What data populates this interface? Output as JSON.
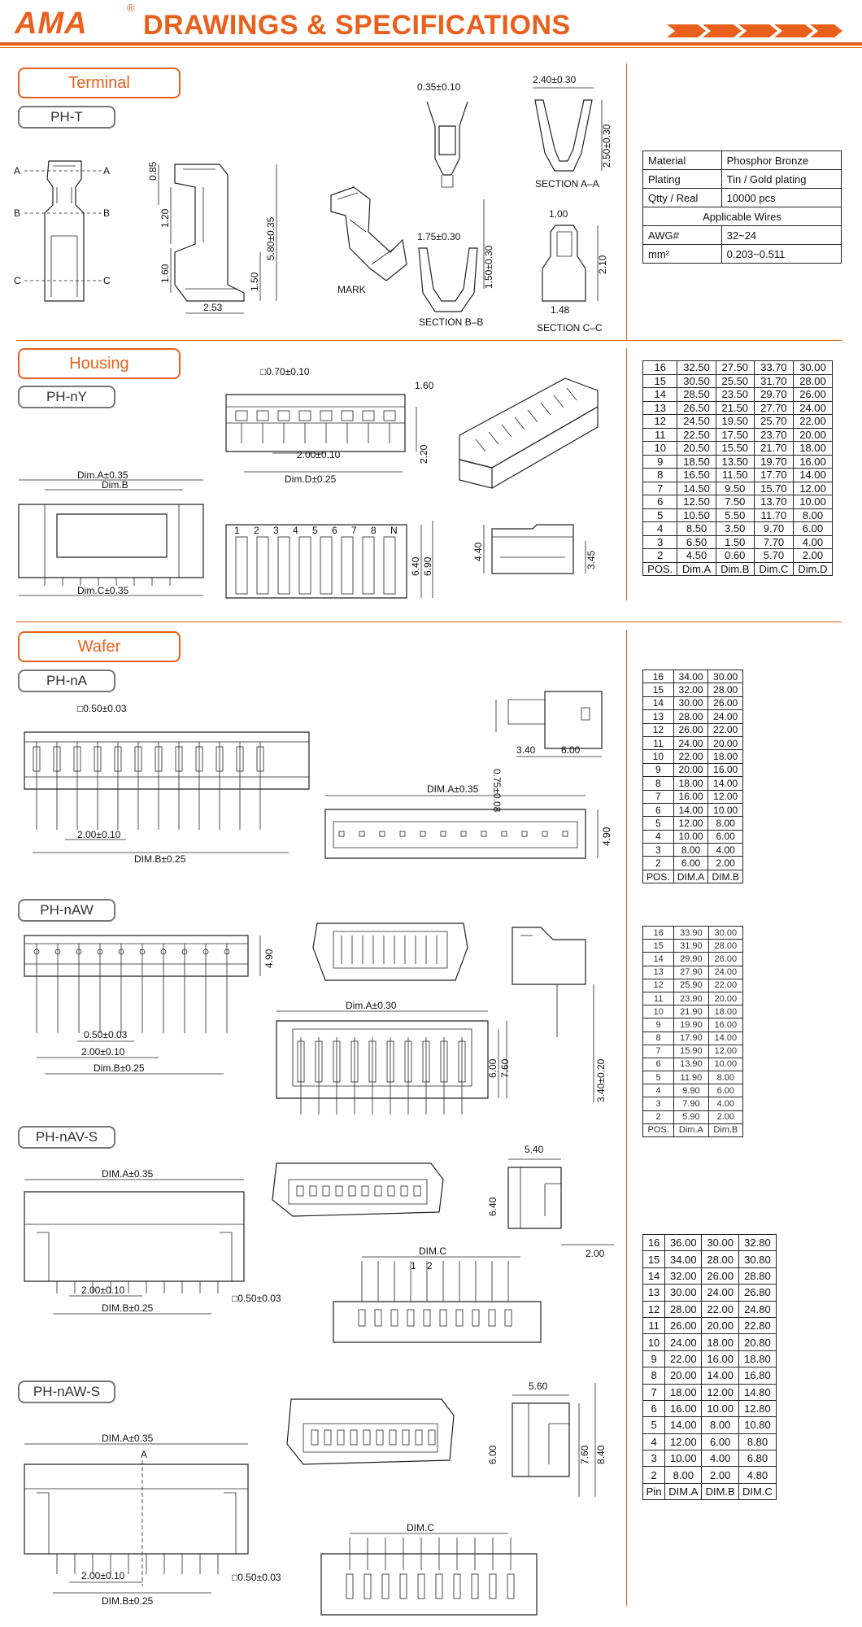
{
  "header": {
    "logo": "AMA",
    "registered": "®",
    "title": "DRAWINGS & SPECIFICATIONS"
  },
  "sections": {
    "terminal": {
      "label": "Terminal",
      "sub": "PH-T",
      "dims": {
        "top": "0.35±0.10",
        "sa_width": "2.40±0.30",
        "sa_height": "2.50±0.30",
        "sb_width": "1.75±0.30",
        "sb_height": "1.50±0.30",
        "sc_top": "1.00",
        "sc_height": "2.10",
        "sc_bottom": "1.48",
        "side_085": "0.85",
        "side_120": "1.20",
        "side_160": "1.60",
        "side_150": "1.50",
        "side_580": "5.80±0.35",
        "side_253": "2.53",
        "mark": "MARK",
        "sec_a": "SECTION A–A",
        "sec_b": "SECTION B–B",
        "sec_c": "SECTION C–C",
        "letter_a": "A",
        "letter_b": "B",
        "letter_c": "C"
      },
      "specs": {
        "material_label": "Material",
        "material_value": "Phosphor Bronze",
        "plating_label": "Plating",
        "plating_value": "Tin / Gold plating",
        "qty_label": "Qtty / Real",
        "qty_value": "10000 pcs",
        "wires_label": "Applicable Wires",
        "awg_label": "AWG#",
        "awg_value": "32~24",
        "mm_label": "mm²",
        "mm_value": "0.203~0.511"
      }
    },
    "housing": {
      "label": "Housing",
      "sub": "PH-nY",
      "dims": {
        "sq": "□0.70±0.10",
        "d160": "1.60",
        "pitch": "2.00±0.10",
        "d220": "2.20",
        "dimd": "Dim.D±0.25",
        "dima": "Dim.A±0.35",
        "dimb": "Dim.B",
        "dimc": "Dim.C±0.35",
        "d640": "6.40",
        "d690": "6.90",
        "d440": "4.40",
        "d345": "3.45",
        "pin_nums": [
          "1",
          "2",
          "3",
          "4",
          "5",
          "6",
          "7",
          "8",
          "N"
        ]
      },
      "table": {
        "header": [
          "POS.",
          "Dim.A",
          "Dim.B",
          "Dim.C",
          "Dim.D"
        ],
        "rows": [
          [
            "16",
            "32.50",
            "27.50",
            "33.70",
            "30.00"
          ],
          [
            "15",
            "30.50",
            "25.50",
            "31.70",
            "28.00"
          ],
          [
            "14",
            "28.50",
            "23.50",
            "29.70",
            "26.00"
          ],
          [
            "13",
            "26.50",
            "21.50",
            "27.70",
            "24.00"
          ],
          [
            "12",
            "24.50",
            "19.50",
            "25.70",
            "22.00"
          ],
          [
            "11",
            "22.50",
            "17.50",
            "23.70",
            "20.00"
          ],
          [
            "10",
            "20.50",
            "15.50",
            "21.70",
            "18.00"
          ],
          [
            "9",
            "18.50",
            "13.50",
            "19.70",
            "16.00"
          ],
          [
            "8",
            "16.50",
            "11.50",
            "17.70",
            "14.00"
          ],
          [
            "7",
            "14.50",
            "9.50",
            "15.70",
            "12.00"
          ],
          [
            "6",
            "12.50",
            "7.50",
            "13.70",
            "10.00"
          ],
          [
            "5",
            "10.50",
            "5.50",
            "11.70",
            "8.00"
          ],
          [
            "4",
            "8.50",
            "3.50",
            "9.70",
            "6.00"
          ],
          [
            "3",
            "6.50",
            "1.50",
            "7.70",
            "4.00"
          ],
          [
            "2",
            "4.50",
            "0.60",
            "5.70",
            "2.00"
          ]
        ]
      }
    },
    "wafer": {
      "label": "Wafer",
      "pha": {
        "sub": "PH-nA",
        "sq": "□0.50±0.03",
        "pitch": "2.00±0.10",
        "dimb": "DIM.B±0.25",
        "dima": "DIM.A±0.35",
        "d490": "4.90",
        "d340": "3.40",
        "d600": "6.00",
        "d075": "0.75±0.08",
        "table": {
          "header": [
            "POS.",
            "DIM.A",
            "DIM.B"
          ],
          "rows": [
            [
              "16",
              "34.00",
              "30.00"
            ],
            [
              "15",
              "32.00",
              "28.00"
            ],
            [
              "14",
              "30.00",
              "26.00"
            ],
            [
              "13",
              "28.00",
              "24.00"
            ],
            [
              "12",
              "26.00",
              "22.00"
            ],
            [
              "11",
              "24.00",
              "20.00"
            ],
            [
              "10",
              "22.00",
              "18.00"
            ],
            [
              "9",
              "20.00",
              "16.00"
            ],
            [
              "8",
              "18.00",
              "14.00"
            ],
            [
              "7",
              "16.00",
              "12.00"
            ],
            [
              "6",
              "14.00",
              "10.00"
            ],
            [
              "5",
              "12.00",
              "8.00"
            ],
            [
              "4",
              "10.00",
              "6.00"
            ],
            [
              "3",
              "8.00",
              "4.00"
            ],
            [
              "2",
              "6.00",
              "2.00"
            ]
          ]
        }
      },
      "phaw": {
        "sub": "PH-nAW",
        "d490": "4.90",
        "sq": "0.50±0.03",
        "pitch": "2.00±0.10",
        "dimb": "Dim.B±0.25",
        "dima": "Dim.A±0.30",
        "d600": "6.00",
        "d760": "7.60",
        "d340": "3.40±0.20",
        "table": {
          "header": [
            "POS.",
            "Dim.A",
            "Dim.B"
          ],
          "rows": [
            [
              "16",
              "33.90",
              "30.00"
            ],
            [
              "15",
              "31.90",
              "28.00"
            ],
            [
              "14",
              "29.90",
              "26.00"
            ],
            [
              "13",
              "27.90",
              "24.00"
            ],
            [
              "12",
              "25.90",
              "22.00"
            ],
            [
              "11",
              "23.90",
              "20.00"
            ],
            [
              "10",
              "21.90",
              "18.00"
            ],
            [
              "9",
              "19.90",
              "16.00"
            ],
            [
              "8",
              "17.90",
              "14.00"
            ],
            [
              "7",
              "15.90",
              "12.00"
            ],
            [
              "6",
              "13.90",
              "10.00"
            ],
            [
              "5",
              "11.90",
              "8.00"
            ],
            [
              "4",
              "9.90",
              "6.00"
            ],
            [
              "3",
              "7.90",
              "4.00"
            ],
            [
              "2",
              "5.90",
              "2.00"
            ]
          ]
        }
      },
      "phavs": {
        "sub": "PH-nAV-S",
        "dima": "DIM.A±0.35",
        "pitch": "2.00±0.10",
        "dimb": "DIM.B±0.25",
        "sq": "□0.50±0.03",
        "dimc": "DIM.C",
        "d540": "5.40",
        "d640": "6.40",
        "d200": "2.00",
        "pin_nums": [
          "1",
          "2"
        ]
      },
      "phaws": {
        "sub": "PH-nAW-S",
        "dima": "DIM.A±0.35",
        "pitch": "2.00±0.10",
        "dimb": "DIM.B±0.25",
        "sq": "□0.50±0.03",
        "dimc": "DIM.C",
        "d560": "5.60",
        "d600": "6.00",
        "d760": "7.60",
        "d840": "8.40",
        "letter_a": "A",
        "table": {
          "header": [
            "Pin",
            "DIM.A",
            "DIM.B",
            "DIM.C"
          ],
          "rows": [
            [
              "16",
              "36.00",
              "30.00",
              "32.80"
            ],
            [
              "15",
              "34.00",
              "28.00",
              "30.80"
            ],
            [
              "14",
              "32.00",
              "26.00",
              "28.80"
            ],
            [
              "13",
              "30.00",
              "24.00",
              "26.80"
            ],
            [
              "12",
              "28.00",
              "22.00",
              "24.80"
            ],
            [
              "11",
              "26.00",
              "20.00",
              "22.80"
            ],
            [
              "10",
              "24.00",
              "18.00",
              "20.80"
            ],
            [
              "9",
              "22.00",
              "16.00",
              "18.80"
            ],
            [
              "8",
              "20.00",
              "14.00",
              "16.80"
            ],
            [
              "7",
              "18.00",
              "12.00",
              "14.80"
            ],
            [
              "6",
              "16.00",
              "10.00",
              "12.80"
            ],
            [
              "5",
              "14.00",
              "8.00",
              "10.80"
            ],
            [
              "4",
              "12.00",
              "6.00",
              "8.80"
            ],
            [
              "3",
              "10.00",
              "4.00",
              "6.80"
            ],
            [
              "2",
              "8.00",
              "2.00",
              "4.80"
            ]
          ]
        }
      }
    }
  },
  "colors": {
    "accent": "#e8601c"
  }
}
